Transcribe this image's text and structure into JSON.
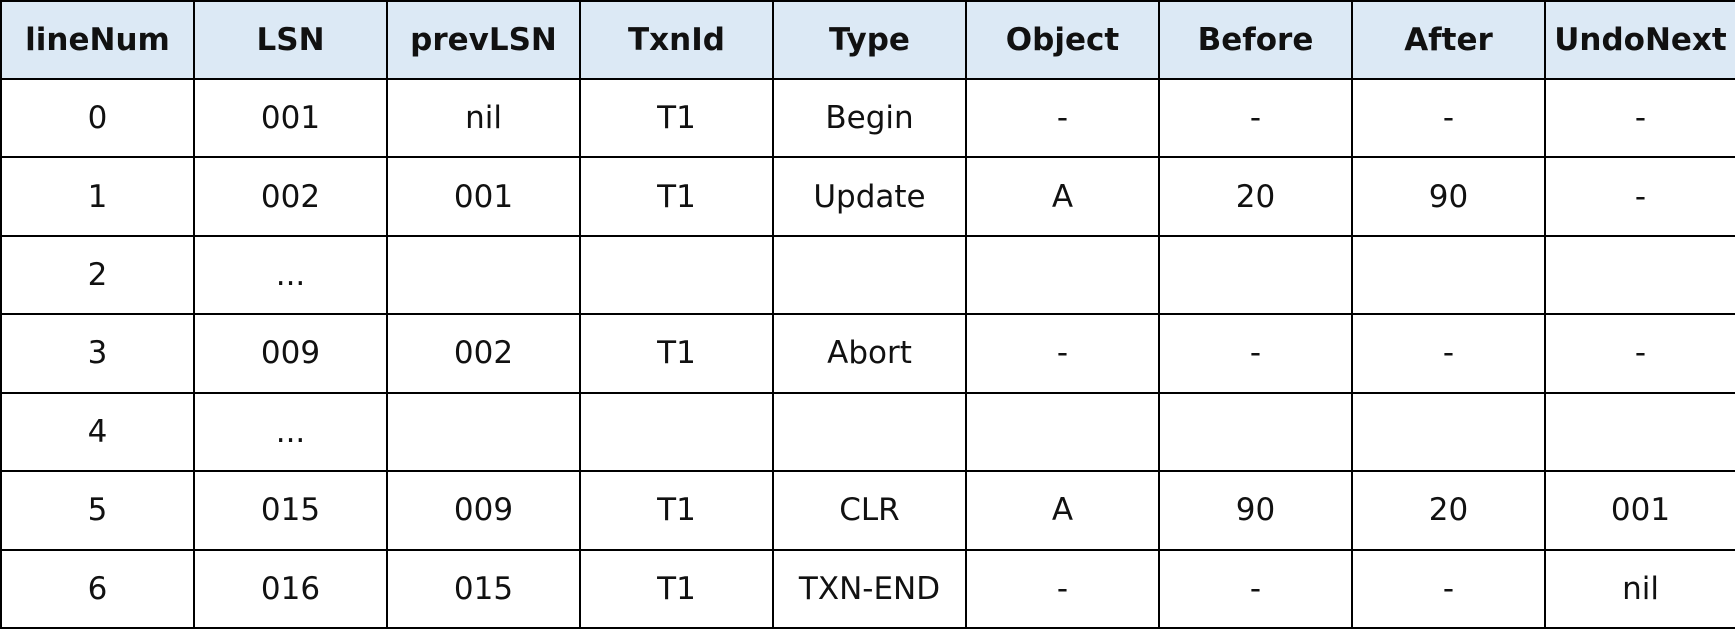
{
  "table": {
    "headers": [
      "lineNum",
      "LSN",
      "prevLSN",
      "TxnId",
      "Type",
      "Object",
      "Before",
      "After",
      "UndoNext"
    ],
    "rows": [
      [
        "0",
        "001",
        "nil",
        "T1",
        "Begin",
        "-",
        "-",
        "-",
        "-"
      ],
      [
        "1",
        "002",
        "001",
        "T1",
        "Update",
        "A",
        "20",
        "90",
        "-"
      ],
      [
        "2",
        "...",
        "",
        "",
        "",
        "",
        "",
        "",
        ""
      ],
      [
        "3",
        "009",
        "002",
        "T1",
        "Abort",
        "-",
        "-",
        "-",
        "-"
      ],
      [
        "4",
        "...",
        "",
        "",
        "",
        "",
        "",
        "",
        ""
      ],
      [
        "5",
        "015",
        "009",
        "T1",
        "CLR",
        "A",
        "90",
        "20",
        "001"
      ],
      [
        "6",
        "016",
        "015",
        "T1",
        "TXN-END",
        "-",
        "-",
        "-",
        "nil"
      ]
    ]
  },
  "colors": {
    "header_bg": "#dce9f5",
    "border": "#000000"
  }
}
